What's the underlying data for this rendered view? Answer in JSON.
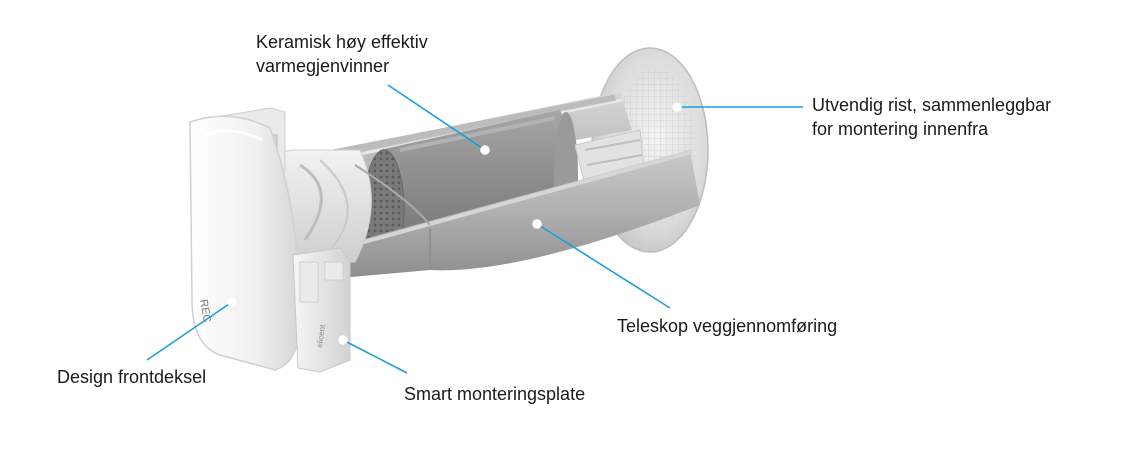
{
  "labels": {
    "heat_exchanger": "Keramisk høy effektiv\nvarmegjenvinner",
    "outer_grill": "Utvendig rist, sammenleggbar\nfor montering innenfra",
    "telescope": "Teleskop veggjennomføring",
    "front_cover": "Design frontdeksel",
    "mount_plate": "Smart monteringsplate"
  },
  "product": {
    "brand_logo_text": "elicent",
    "cover_logo_text": "REC"
  },
  "colors": {
    "callout_line": "#1a9fd8",
    "text": "#1a1a1a"
  }
}
